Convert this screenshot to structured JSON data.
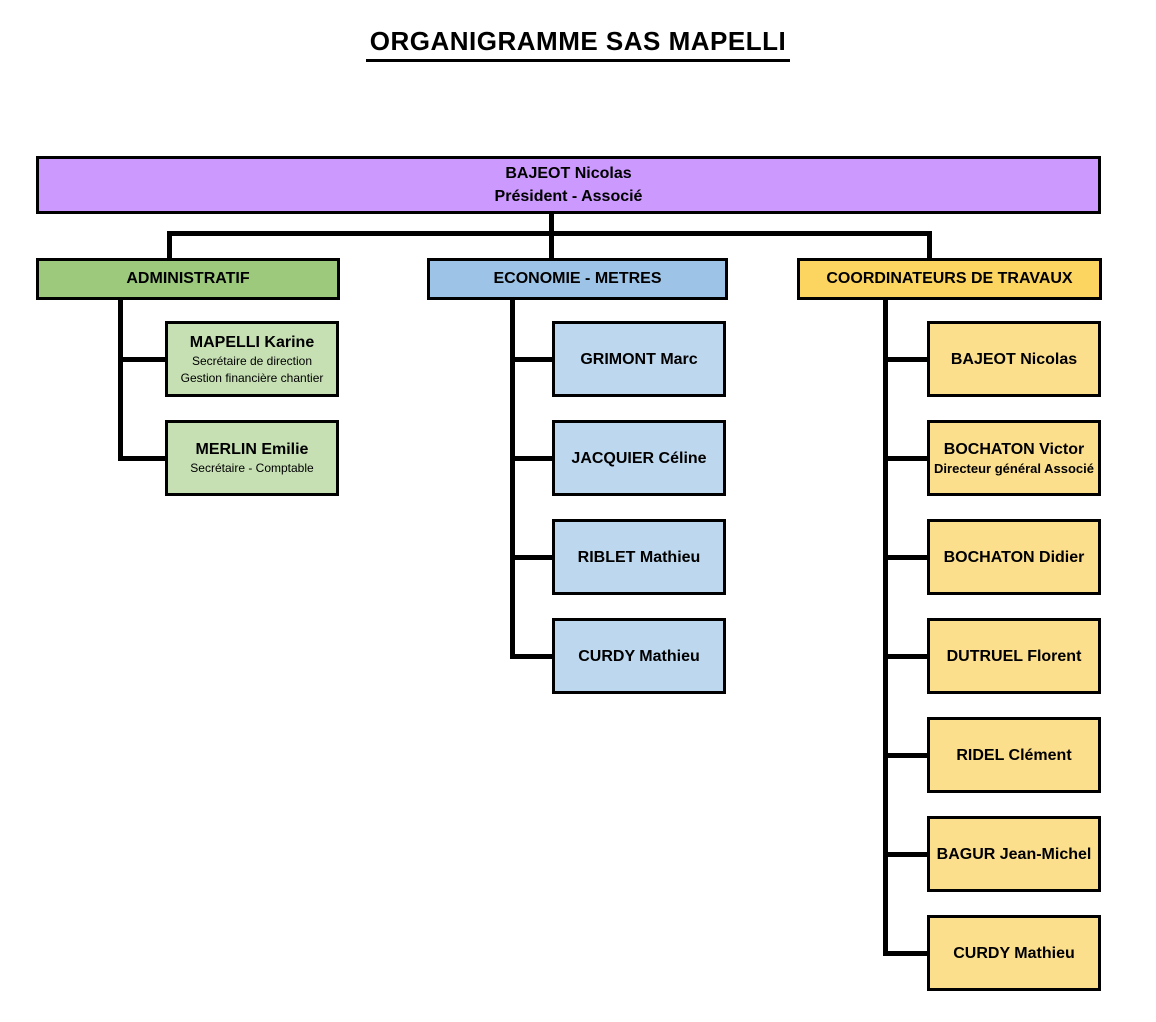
{
  "title": "ORGANIGRAMME SAS MAPELLI",
  "root": {
    "name": "BAJEOT Nicolas",
    "role": "Président - Associé",
    "color": "#CC99FF"
  },
  "departments": [
    {
      "label": "ADMINISTRATIF",
      "header_color": "#9CC97C",
      "member_color": "#C6E0B4",
      "members": [
        {
          "name": "MAPELLI Karine",
          "roles": [
            "Secrétaire de direction",
            "Gestion financière chantier"
          ]
        },
        {
          "name": "MERLIN Emilie",
          "roles": [
            "Secrétaire - Comptable"
          ]
        }
      ]
    },
    {
      "label": "ECONOMIE - METRES",
      "header_color": "#9DC3E6",
      "member_color": "#BDD7EE",
      "members": [
        {
          "name": "GRIMONT Marc",
          "roles": []
        },
        {
          "name": "JACQUIER Céline",
          "roles": []
        },
        {
          "name": "RIBLET Mathieu",
          "roles": []
        },
        {
          "name": "CURDY Mathieu",
          "roles": []
        }
      ]
    },
    {
      "label": "COORDINATEURS DE TRAVAUX",
      "header_color": "#FBD55F",
      "member_color": "#FCDF8D",
      "members": [
        {
          "name": "BAJEOT Nicolas",
          "roles": []
        },
        {
          "name": "BOCHATON Victor",
          "roles": [
            "Directeur général Associé"
          ]
        },
        {
          "name": "BOCHATON Didier",
          "roles": []
        },
        {
          "name": "DUTRUEL Florent",
          "roles": []
        },
        {
          "name": "RIDEL Clément",
          "roles": []
        },
        {
          "name": "BAGUR Jean-Michel",
          "roles": []
        },
        {
          "name": "CURDY Mathieu",
          "roles": []
        }
      ]
    }
  ],
  "connector_color": "#000000"
}
